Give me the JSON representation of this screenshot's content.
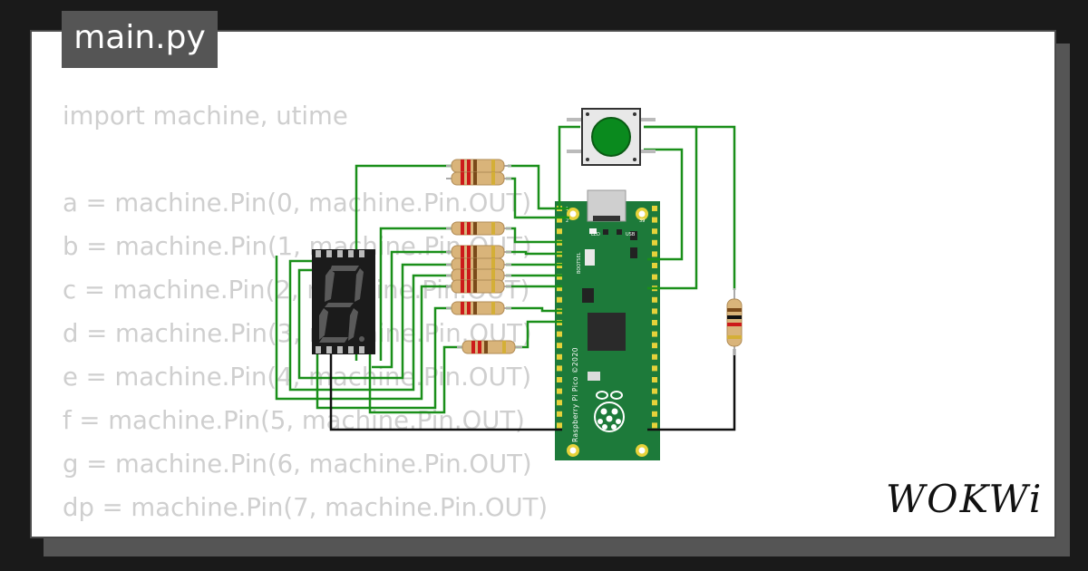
{
  "file_tab": {
    "label": "main.py"
  },
  "code_lines": [
    "import machine, utime",
    "",
    "a = machine.Pin(0, machine.Pin.OUT)",
    "b = machine.Pin(1, machine.Pin.OUT)",
    "c = machine.Pin(2, machine.Pin.OUT)",
    "d = machine.Pin(3, machine.Pin.OUT)",
    "e = machine.Pin(4, machine.Pin.OUT)",
    "f = machine.Pin(5, machine.Pin.OUT)",
    "g = machine.Pin(6, machine.Pin.OUT)",
    "dp = machine.Pin(7, machine.Pin.OUT)"
  ],
  "pico": {
    "silkscreen": "Raspberry Pi Pico ©2020",
    "bootsel_label": "BOOTSEL",
    "led_label": "LED",
    "usb_label": "USB",
    "pin_1": "1",
    "pin_2": "2",
    "pin_39": "39"
  },
  "brand": {
    "name": "WOKWi"
  },
  "colors": {
    "wire_green": "#1a8f1a",
    "wire_black": "#111111",
    "pico_green": "#1d7a3a",
    "pin_gold": "#e6d23a",
    "button_green": "#0a8a1e",
    "display_body": "#1b1b1b",
    "segment_off": "#5a5a5a",
    "code_text": "#cfcfcf",
    "file_tab_bg": "#555555"
  },
  "icons": [
    "raspberry-pi-logo-icon",
    "wokwi-logo-icon"
  ]
}
